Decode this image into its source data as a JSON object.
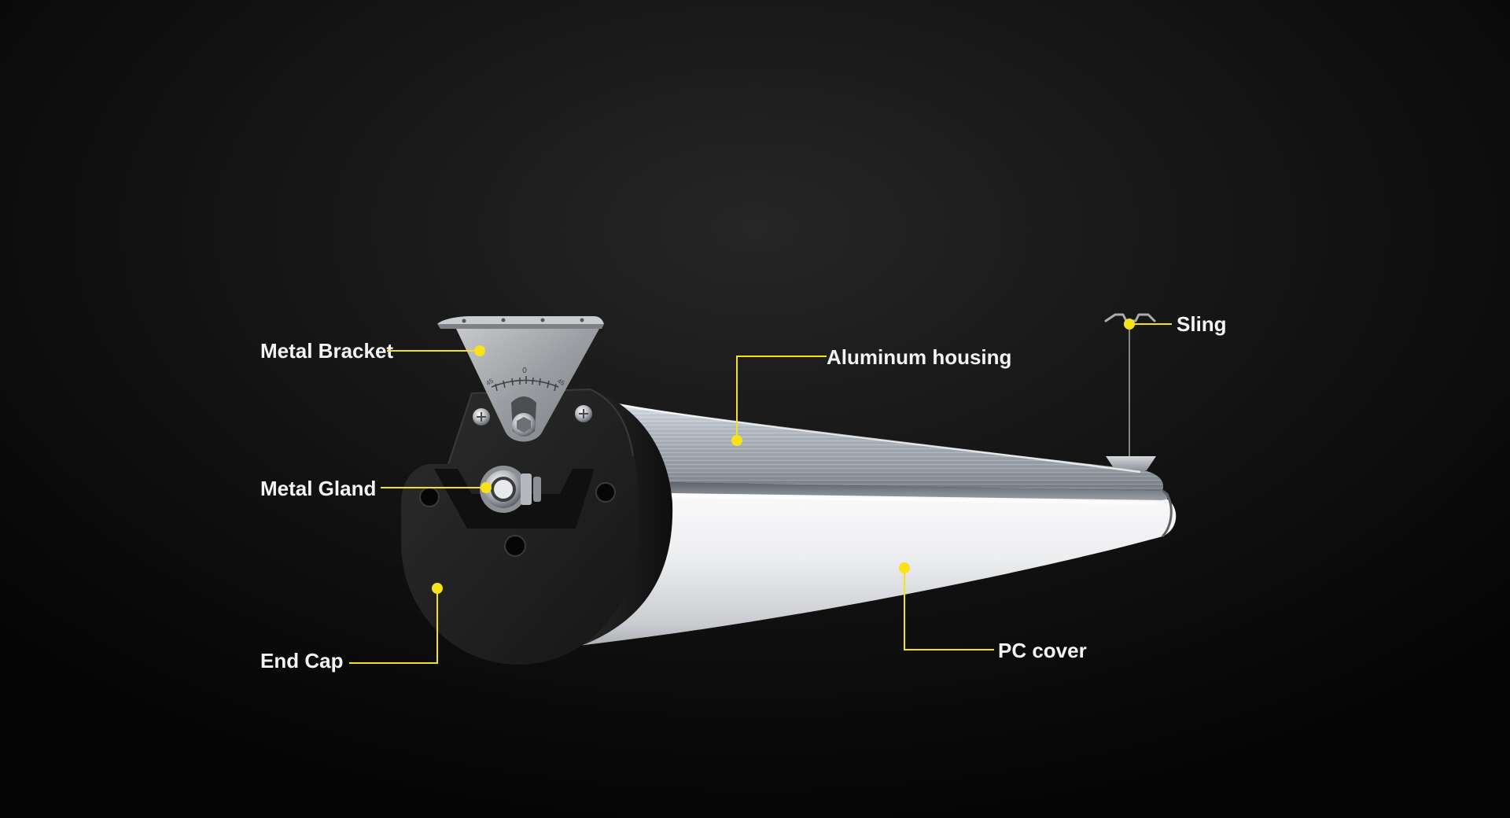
{
  "callouts": {
    "metal_bracket": "Metal Bracket",
    "metal_gland": "Metal Gland",
    "end_cap": "End Cap",
    "aluminum_housing": "Aluminum housing",
    "pc_cover": "PC cover",
    "sling": "Sling"
  },
  "bracket_scale": {
    "zero": "0",
    "left": "45",
    "right": "45"
  },
  "colors": {
    "accent": "#f7e21b",
    "background": "#0b0b0b",
    "label": "#f4f4f4"
  }
}
